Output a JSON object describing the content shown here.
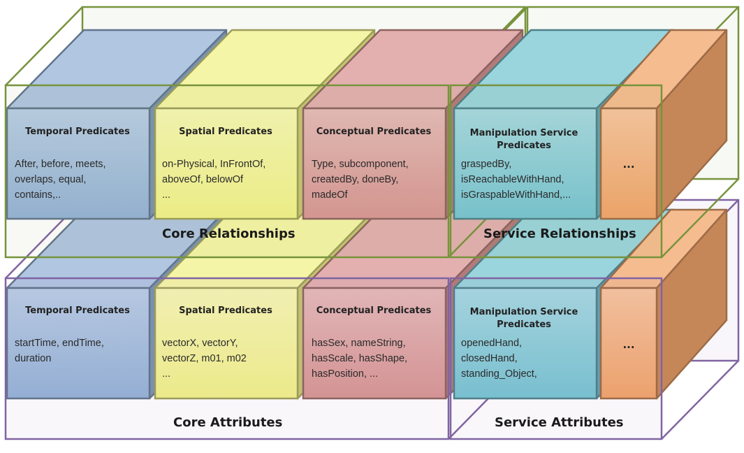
{
  "layers": {
    "relationships": {
      "core_label": "Core Relationships",
      "service_label": "Service Relationships",
      "cards": [
        {
          "title": "Temporal Predicates",
          "body": "After, before, meets,\noverlaps, equal,\ncontains,.."
        },
        {
          "title": "Spatial Predicates",
          "body": "on-Physical, InFrontOf,\naboveOf, belowOf\n..."
        },
        {
          "title": "Conceptual Predicates",
          "body": "Type, subcomponent,\ncreatedBy, doneBy,\nmadeOf"
        },
        {
          "title": "Manipulation Service\nPredicates",
          "body": "graspedBy,\nisReachableWithHand,\nisGraspableWithHand,..."
        }
      ],
      "extra": "..."
    },
    "attributes": {
      "core_label": "Core Attributes",
      "service_label": "Service Attributes",
      "cards": [
        {
          "title": "Temporal Predicates",
          "body": "startTime, endTime,\nduration"
        },
        {
          "title": "Spatial Predicates",
          "body": "vectorX, vectorY,\nvectorZ, m01, m02\n..."
        },
        {
          "title": "Conceptual Predicates",
          "body": "hasSex, nameString,\nhasScale, hasShape,\nhasPosition, ..."
        },
        {
          "title": "Manipulation Service\nPredicates",
          "body": "openedHand,\nclosedHand,\nstanding_Object,"
        }
      ],
      "extra": "..."
    }
  },
  "colors": {
    "temporal": "#95b3d7",
    "spatial": "#f2f28a",
    "conceptual": "#d99694",
    "manipulation": "#78c5d2",
    "extra": "#f2a56b",
    "relationships_border": "#77933c",
    "attributes_border": "#8064a2"
  }
}
